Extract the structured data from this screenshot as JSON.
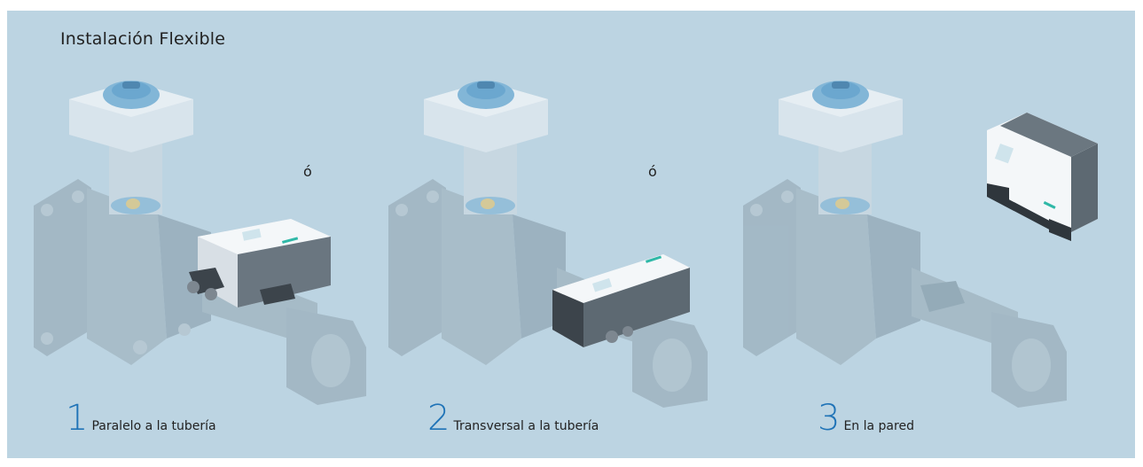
{
  "title": "Instalación Flexible",
  "separators": [
    "ó",
    "ó"
  ],
  "options": [
    {
      "number": "1",
      "label": "Paralelo a la tubería",
      "icon": "valve-with-device-parallel"
    },
    {
      "number": "2",
      "label": "Transversal a la tubería",
      "icon": "valve-with-device-transverse"
    },
    {
      "number": "3",
      "label": "En la pared",
      "icon": "valve-with-device-wall-mounted"
    }
  ],
  "colors": {
    "background": "#bcd4e2",
    "accent": "#1f73b7",
    "text": "#222222",
    "device_teal": "#2fb8a7"
  }
}
